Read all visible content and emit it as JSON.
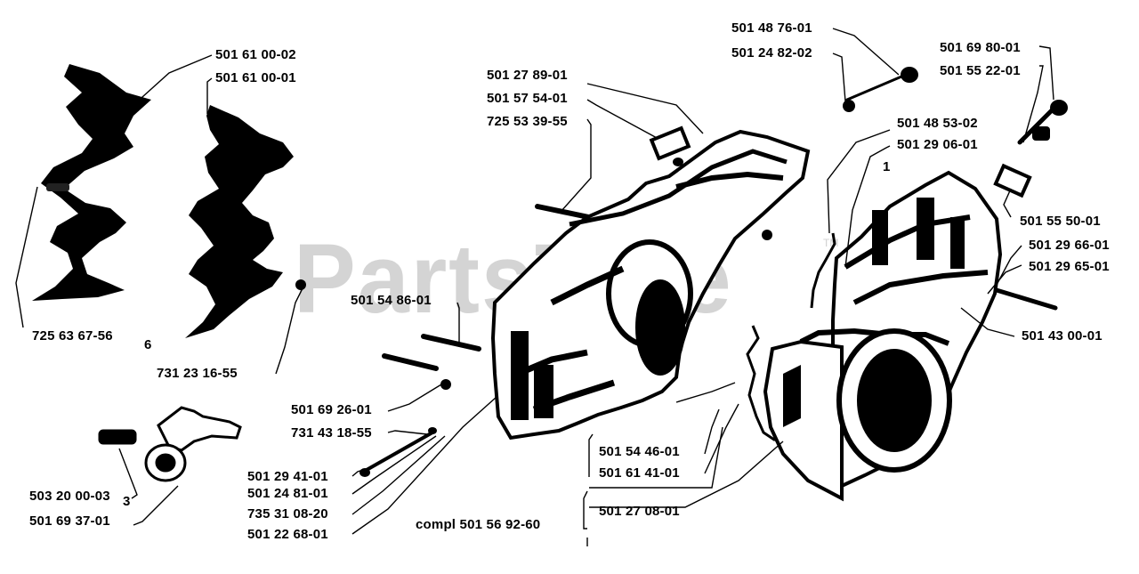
{
  "watermark": "PartsTree",
  "trademark": "TM",
  "labels": {
    "p_501610002": "501 61 00-02",
    "p_501610001": "501 61 00-01",
    "p_725636756": "725 63 67-56",
    "n6": "6",
    "p_731231655": "731 23 16-55",
    "p_501278901": "501 27 89-01",
    "p_501575401": "501 57 54-01",
    "p_725533955": "725 53 39-55",
    "p_501487601": "501 48 76-01",
    "p_501248202": "501 24 82-02",
    "p_501698001": "501 69 80-01",
    "p_501552201": "501 55 22-01",
    "p_501485302": "501 48 53-02",
    "p_501290601": "501 29 06-01",
    "n1": "1",
    "p_501555001": "501 55 50-01",
    "p_501296601": "501 29 66-01",
    "p_501296501": "501 29 65-01",
    "p_501430001": "501 43 00-01",
    "p_501548601": "501 54 86-01",
    "p_501692601": "501 69 26-01",
    "p_731431855": "731 43 18-55",
    "p_503200003": "503 20 00-03",
    "n3": "3",
    "p_501693701": "501 69 37-01",
    "p_501294101": "501 29 41-01",
    "p_501248101": "501 24 81-01",
    "p_735310820": "735 31 08-20",
    "p_501226801": "501 22 68-01",
    "p_compl": "compl 501 56 92-60",
    "p_501544601": "501 54 46-01",
    "p_501614101": "501 61 41-01",
    "p_501270801": "501 27 08-01"
  }
}
